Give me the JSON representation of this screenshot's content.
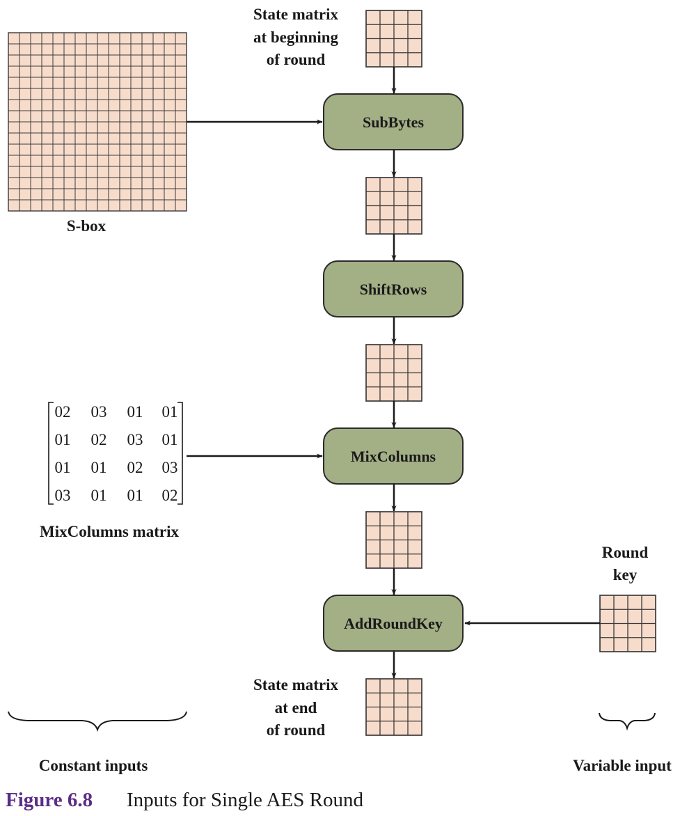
{
  "diagram": {
    "labels": {
      "state_begin": [
        "State matrix",
        "at beginning",
        "of round"
      ],
      "sbox": "S-box",
      "mix_matrix": "MixColumns matrix",
      "round_key": [
        "Round",
        "key"
      ],
      "state_end": [
        "State matrix",
        "at end",
        "of round"
      ],
      "constant_inputs": "Constant inputs",
      "variable_input": "Variable input"
    },
    "steps": [
      "SubBytes",
      "ShiftRows",
      "MixColumns",
      "AddRoundKey"
    ],
    "mixcolumns_matrix": [
      [
        "02",
        "03",
        "01",
        "01"
      ],
      [
        "01",
        "02",
        "03",
        "01"
      ],
      [
        "01",
        "01",
        "02",
        "03"
      ],
      [
        "03",
        "01",
        "01",
        "02"
      ]
    ],
    "colors": {
      "box_fill": "#a3af85",
      "box_stroke": "#2a2a2a",
      "grid_fill": "#f8dccb",
      "grid_stroke": "#3a3a3a",
      "caption_number": "#5b2d86"
    }
  },
  "caption": {
    "number": "Figure 6.8",
    "text": "Inputs for Single AES Round"
  }
}
